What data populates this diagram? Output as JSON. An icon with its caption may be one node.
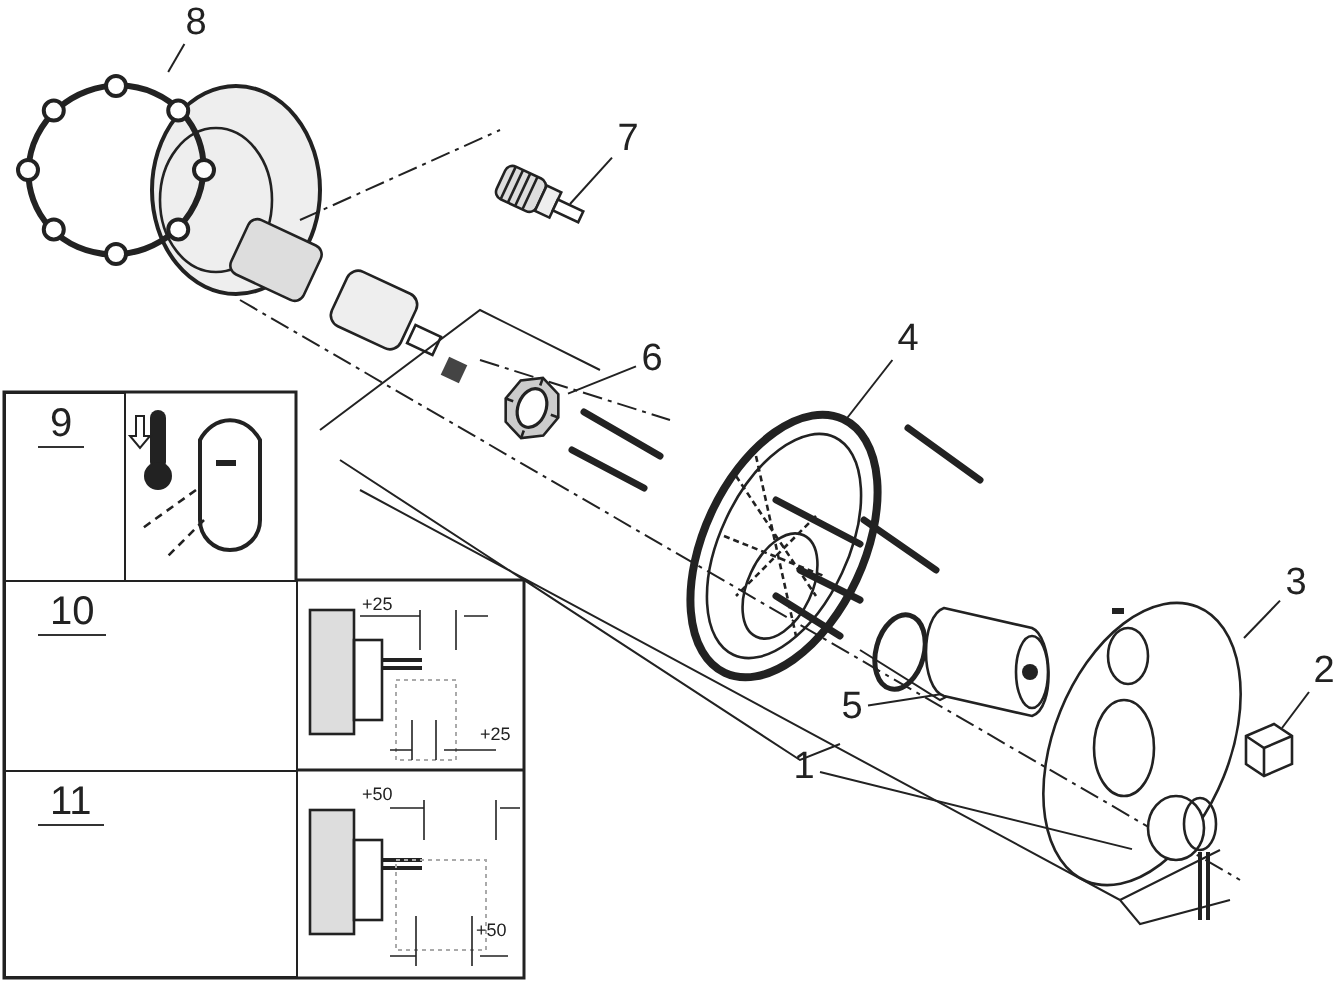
{
  "diagram": {
    "nodes": [
      {
        "text": [
          "8"
        ]
      },
      {
        "text": [],
        "shape": "picture"
      },
      {
        "text": [
          "7"
        ]
      },
      {
        "text": [],
        "shape": "picture"
      },
      {
        "text": [
          "6"
        ]
      },
      {
        "text": [],
        "shape": "picture"
      },
      {
        "text": [
          "4"
        ]
      },
      {
        "text": [],
        "shape": "picture"
      },
      {
        "text": [
          "3"
        ]
      },
      {
        "text": [],
        "shape": "picture"
      },
      {
        "text": [
          "2"
        ]
      },
      {
        "text": [],
        "shape": "picture"
      },
      {
        "text": [
          "5"
        ]
      },
      {
        "text": [],
        "shape": "picture"
      },
      {
        "text": [
          "1"
        ]
      },
      {
        "text": [],
        "shape": "picture"
      },
      {
        "text": [
          "9"
        ]
      },
      {
        "text": [
          "10"
        ]
      },
      {
        "text": [
          "11"
        ]
      }
    ],
    "edges": [
      {
        "from": 0,
        "to": 1,
        "arrow": "none"
      },
      {
        "from": 2,
        "to": 3,
        "arrow": "none"
      },
      {
        "from": 4,
        "to": 5,
        "arrow": "none"
      },
      {
        "from": 6,
        "to": 7,
        "arrow": "none"
      },
      {
        "from": 8,
        "to": 9,
        "arrow": "none"
      },
      {
        "from": 10,
        "to": 11,
        "arrow": "none"
      },
      {
        "from": 12,
        "to": 13,
        "arrow": "none"
      },
      {
        "from": 14,
        "to": 15,
        "arrow": "none"
      }
    ],
    "labels": [
      "+25",
      "+25",
      "+50",
      "+50"
    ]
  }
}
